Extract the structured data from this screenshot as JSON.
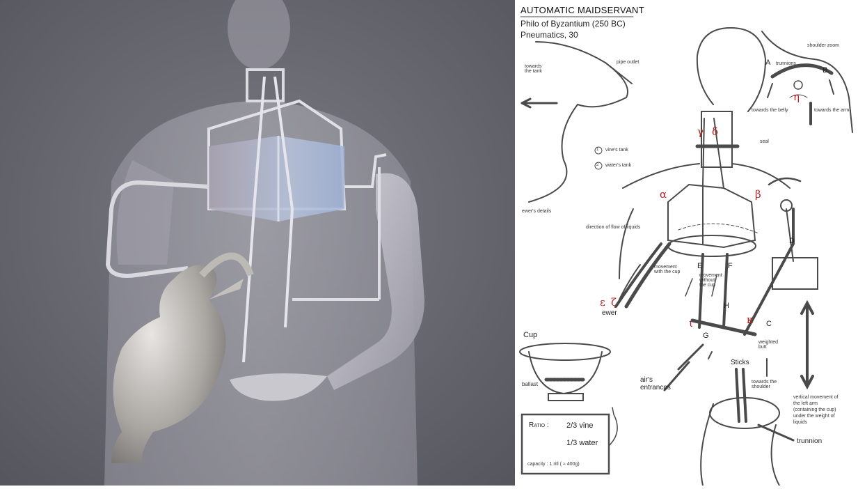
{
  "header": {
    "title": "AUTOMATIC MAIDSERVANT",
    "author": "Philo of Byzantium (250 BC)",
    "source": "Pneumatics, 30"
  },
  "ewer_details": {
    "label": "ewer's details",
    "towards_tank": "towards\nthe tank",
    "pipe_outlet": "pipe outlet"
  },
  "legend": {
    "tank1": "vine's tank",
    "tank2": "water's tank",
    "num1": "1",
    "num2": "2"
  },
  "shoulder_zoom": {
    "title": "shoulder zoom",
    "trunnions": "trunnions",
    "A": "A",
    "B": "B",
    "eta": "η",
    "towards_belly": "towards the belly",
    "towards_arm": "towards the arm"
  },
  "main": {
    "seal": "seal",
    "gamma": "γ",
    "delta": "δ",
    "alpha": "α",
    "beta": "β",
    "flow_label": "direction of flow of liquids",
    "D": "D",
    "E": "E",
    "F": "F",
    "movement_with_cup": "movement\nwith the cup",
    "movement_without_cup": "movement\nwithout\nthe cup",
    "epsilon": "ε",
    "zeta": "ζ",
    "ewer": "ewer",
    "H": "H",
    "iota": "ι",
    "kappa": "κ",
    "C": "C",
    "G": "G",
    "weighted_butt": "weighted\nbutt",
    "air_entrances": "air's\nentrances",
    "towards_shoulder": "towards the\nshoulder",
    "vertical_movement": "vertical movement of\nthe left arm\n(containing the cup)\nunder the weight of\nliquids",
    "sticks": "Sticks",
    "trunnion": "trunnion"
  },
  "cup": {
    "label": "Cup",
    "ballast": "ballast"
  },
  "ratio_box": {
    "ratio_label": "Ratio :",
    "vine": "2/3 vine",
    "water": "1/3 water",
    "capacity": "capacity : 1 ritl ( ≈ 400g)"
  },
  "colors": {
    "render_bg": "#6f6f77",
    "figure": "#b9b8c0",
    "ink": "#4a4a4a",
    "greek_red": "#b22222",
    "tank_blue": "#8fa6c8"
  }
}
